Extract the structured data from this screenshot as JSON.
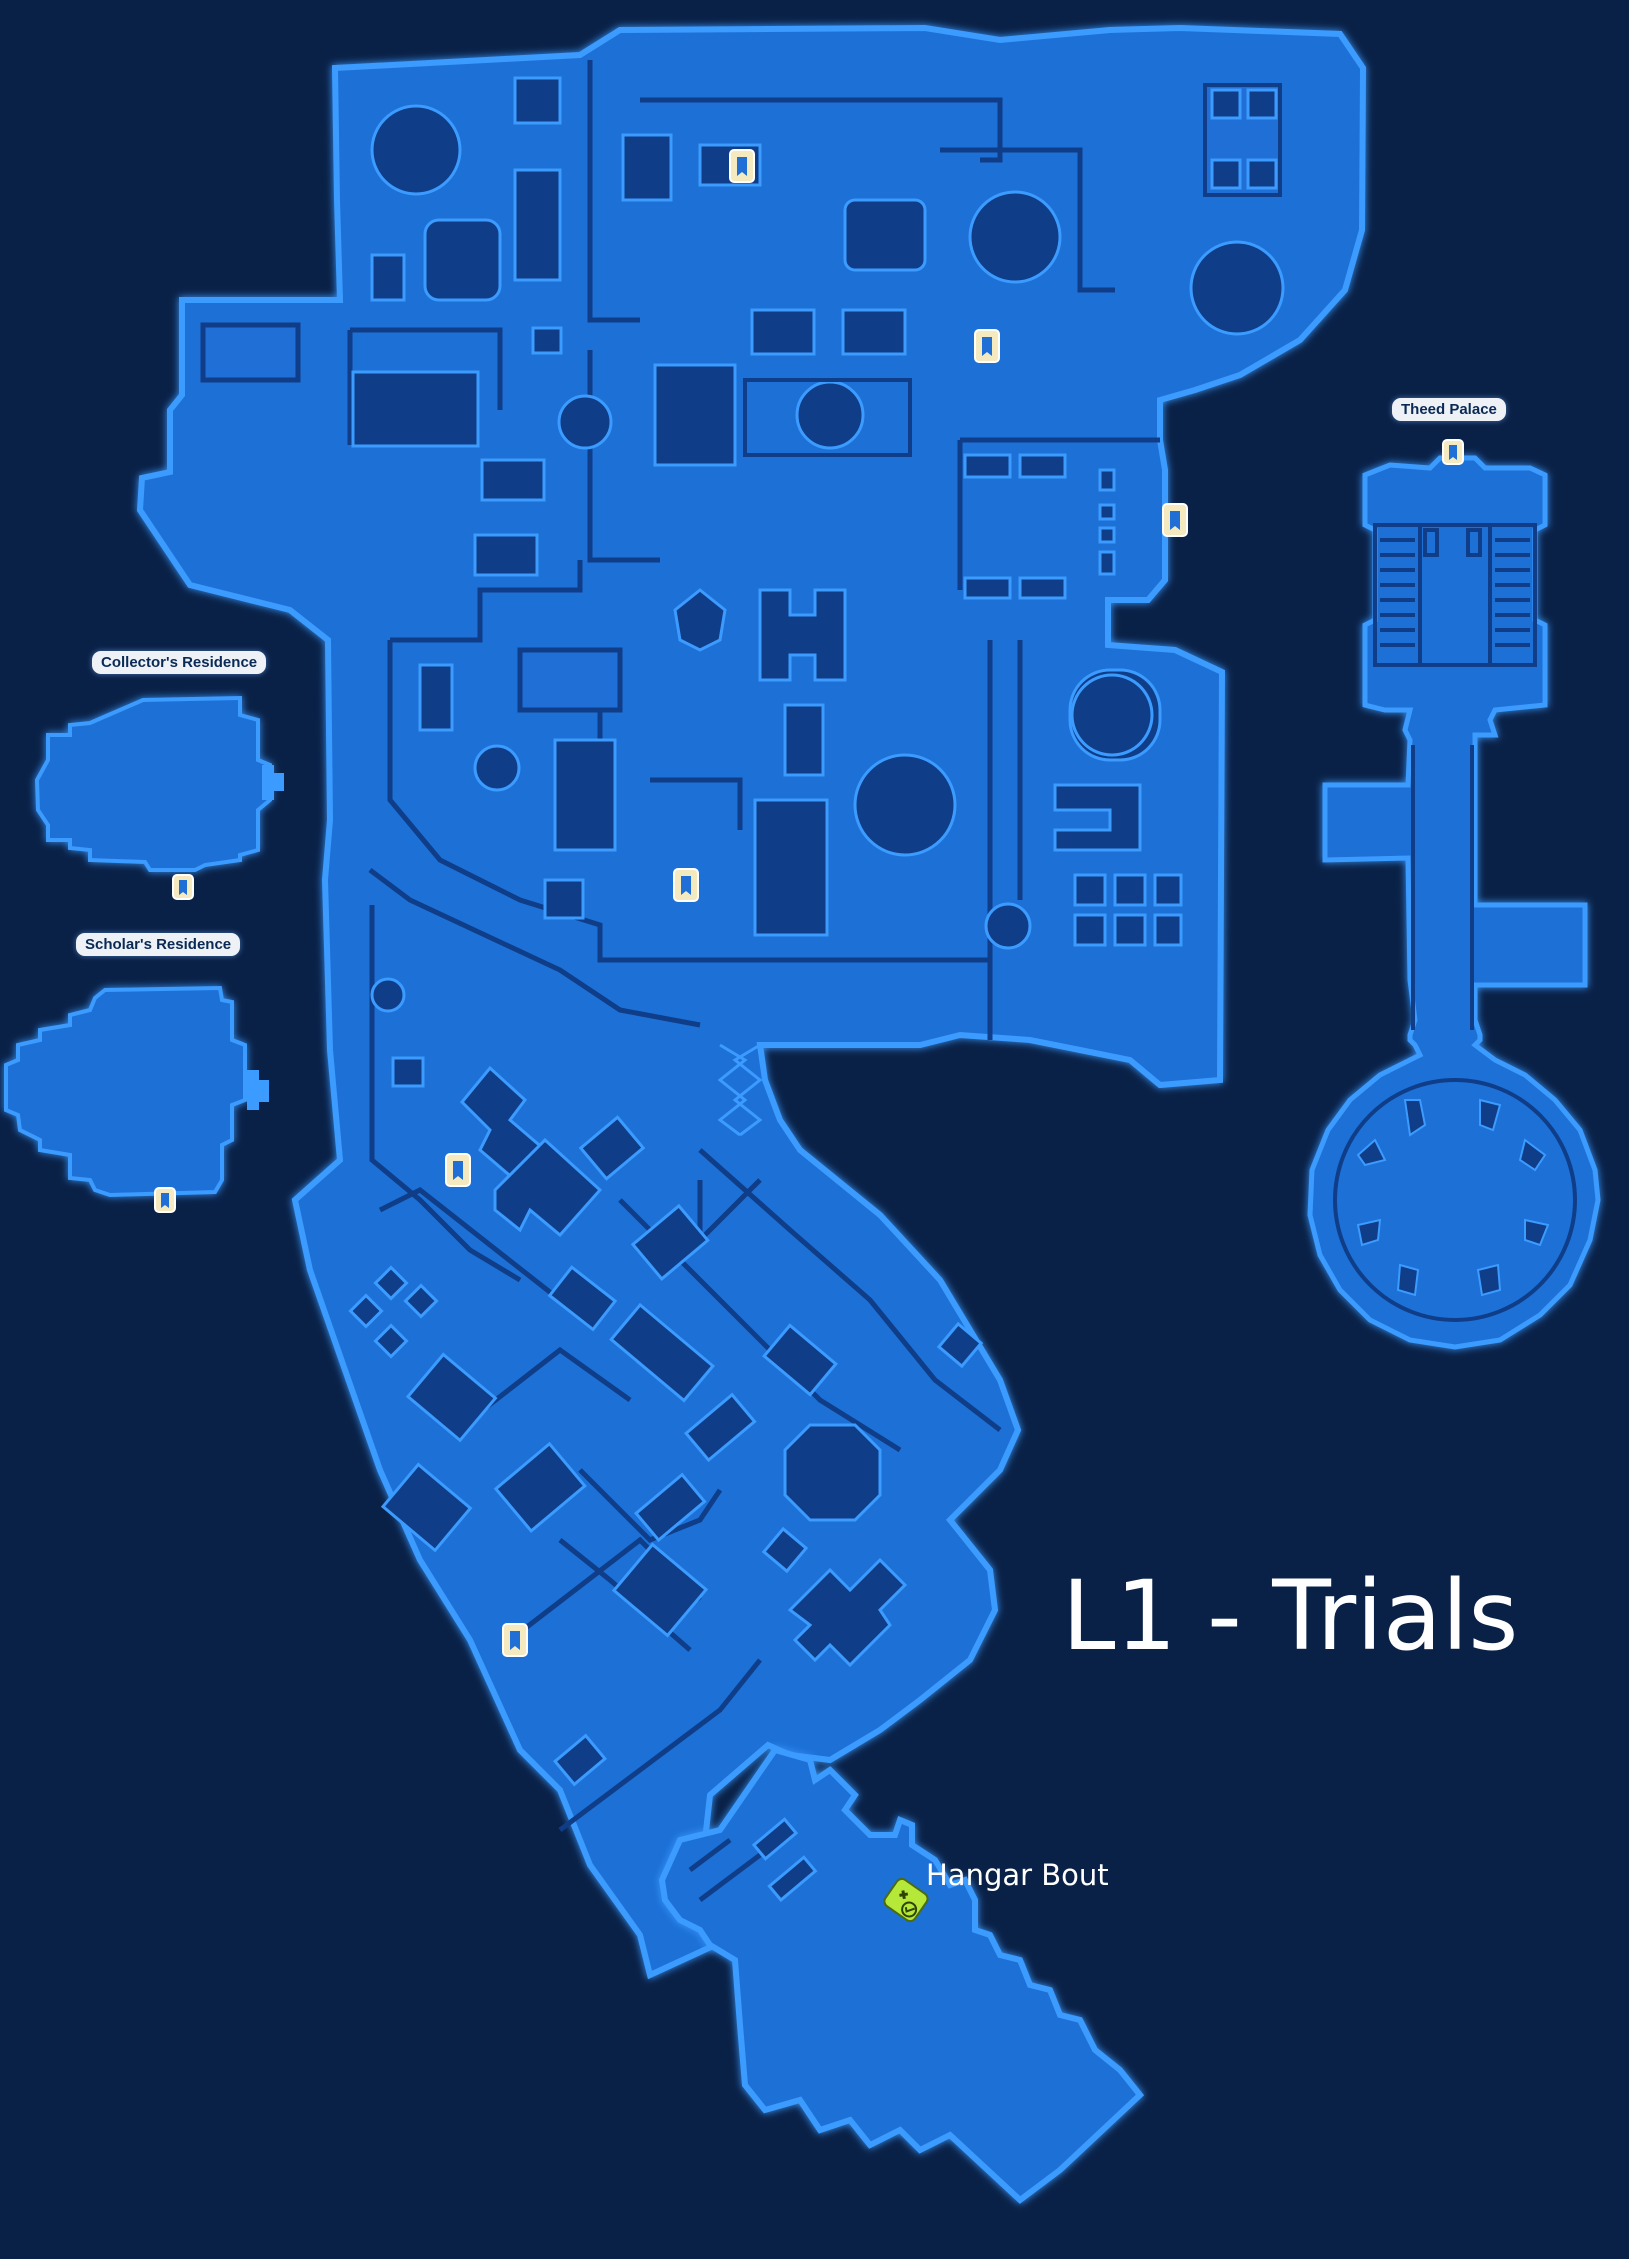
{
  "map": {
    "title": "L1 - Trials",
    "colors": {
      "background": "#0a2147",
      "floor": "#1f6fd6",
      "outline": "#3b9bff",
      "wall": "#0f3d88",
      "label_pill": "#eef2f7",
      "marker": "#f5e9c0",
      "quest_marker": "#b6e83a"
    },
    "locations": [
      {
        "id": "collectors-residence",
        "label": "Collector's Residence"
      },
      {
        "id": "scholars-residence",
        "label": "Scholar's Residence"
      },
      {
        "id": "theed-palace",
        "label": "Theed Palace"
      }
    ],
    "quest": {
      "label": "Hangar Bout",
      "icon": "quest-marker-icon"
    },
    "door_marker_icon": "door-marker-icon"
  }
}
